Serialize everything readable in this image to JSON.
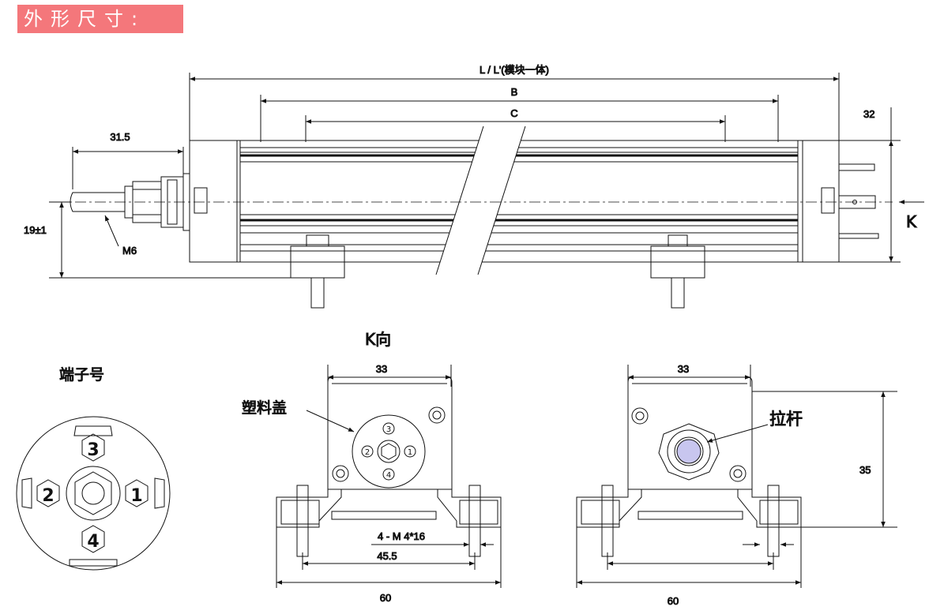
{
  "banner_title": "外形尺寸:",
  "top_view": {
    "dim_overall": "L / L'(模块一体)",
    "dim_b": "B",
    "dim_c": "C",
    "dim_rod": "31.5",
    "dim_height": "19±1",
    "dim_connector": "32",
    "thread_label": "M6",
    "view_arrow_label": "K"
  },
  "k_view_title": "K向",
  "terminal": {
    "title": "端子号",
    "pins": [
      "1",
      "2",
      "3",
      "4"
    ]
  },
  "end_view_left": {
    "plastic_cover_label": "塑料盖",
    "dim_top": "33",
    "dim_screw": "4 - M 4*16",
    "dim_inner": "45.5",
    "dim_bottom": "60"
  },
  "end_view_right": {
    "rod_label": "拉杆",
    "dim_top": "33",
    "dim_height": "35",
    "dim_bottom": "60"
  }
}
